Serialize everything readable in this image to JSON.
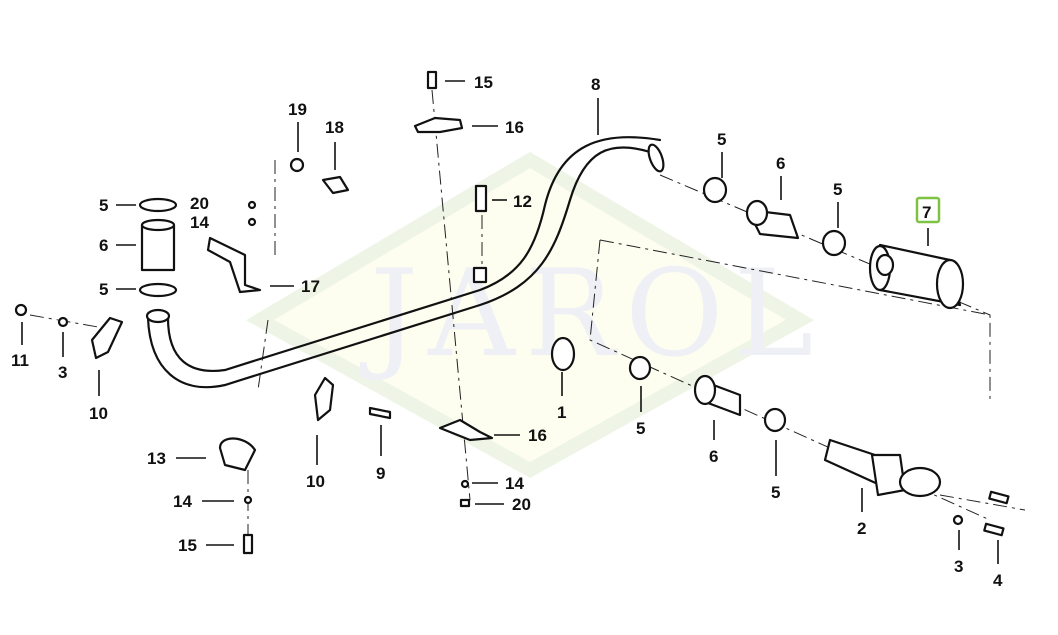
{
  "diagram": {
    "watermark": "JAROL",
    "highlight_color": "#7dc242",
    "callouts": {
      "c15a": "15",
      "c16a": "16",
      "c8": "8",
      "c19": "19",
      "c18": "18",
      "c12": "12",
      "c5a": "5",
      "c6a": "6",
      "c5b": "5",
      "c7": "7",
      "c5c": "5",
      "c20a": "20",
      "c14a": "14",
      "c6b": "6",
      "c17": "17",
      "c5d": "5",
      "c11": "11",
      "c3a": "3",
      "c10a": "10",
      "c1": "1",
      "c5e": "5",
      "c16b": "16",
      "c9": "9",
      "c10b": "10",
      "c13": "13",
      "c6c": "6",
      "c5f": "5",
      "c14b": "14",
      "c20b": "20",
      "c14c": "14",
      "c2": "2",
      "c15b": "15",
      "c3b": "3",
      "c4": "4"
    },
    "highlighted_part": "7"
  }
}
